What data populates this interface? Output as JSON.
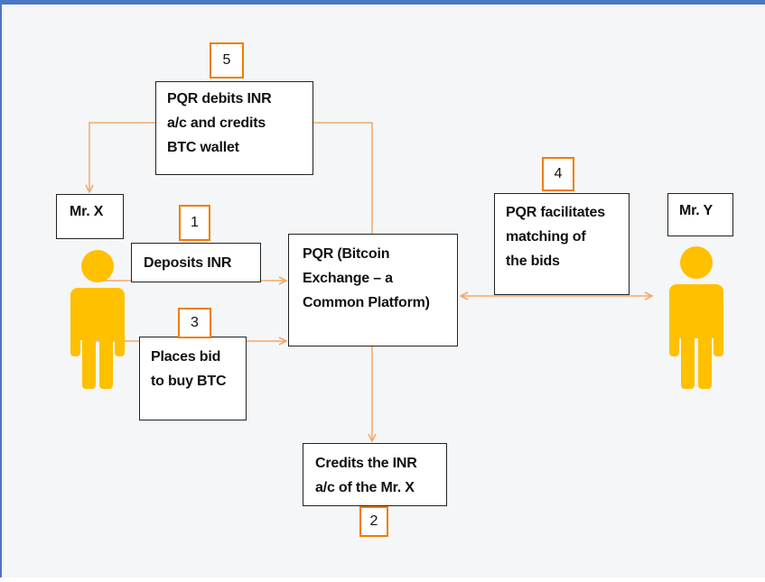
{
  "colors": {
    "frame_border": "#4a78c2",
    "arrow": "#f4a867",
    "step_border": "#f07d00",
    "person": "#ffc000",
    "box_border": "#222222"
  },
  "boxes": {
    "debit_credit": "PQR debits INR\na/c and credits\nBTC wallet",
    "platform": "PQR (Bitcoin\nExchange – a\nCommon Platform)",
    "matching": "PQR facilitates\nmatching of\nthe bids",
    "deposits": "Deposits INR",
    "places_bid": "Places bid\nto buy BTC",
    "credits": "Credits the INR\na/c of the Mr. X"
  },
  "actors": {
    "x": "Mr. X",
    "y": "Mr. Y"
  },
  "steps": {
    "one": "1",
    "two": "2",
    "three": "3",
    "four": "4",
    "five": "5"
  },
  "icons": {
    "person": "person-icon"
  }
}
